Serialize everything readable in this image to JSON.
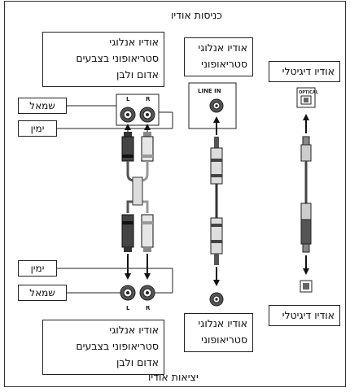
{
  "headings": {
    "inputs": "כניסות אודיו",
    "outputs": "יציאות אודיו"
  },
  "boxes": {
    "analog_rw_top": [
      "אודיו אנלוגי",
      "סטריאופוני בצבעים",
      "אדום ולבן"
    ],
    "analog_stereo_top": [
      "אודיו אנלוגי",
      "סטריאופוני"
    ],
    "digital_top": "אודיו דיגיטלי",
    "analog_rw_bottom": [
      "אודיו אנלוגי",
      "סטריאופוני בצבעים",
      "אדום ולבן"
    ],
    "analog_stereo_bottom": [
      "אודיו אנלוגי",
      "סטריאופוני"
    ],
    "digital_bottom": "אודיו דיגיטלי"
  },
  "labels": {
    "left": "שמאל",
    "right": "ימין"
  },
  "panel_text": {
    "line_in": "LINE IN",
    "optical": "OPTICAL",
    "jack_l": "L",
    "jack_r": "R"
  }
}
